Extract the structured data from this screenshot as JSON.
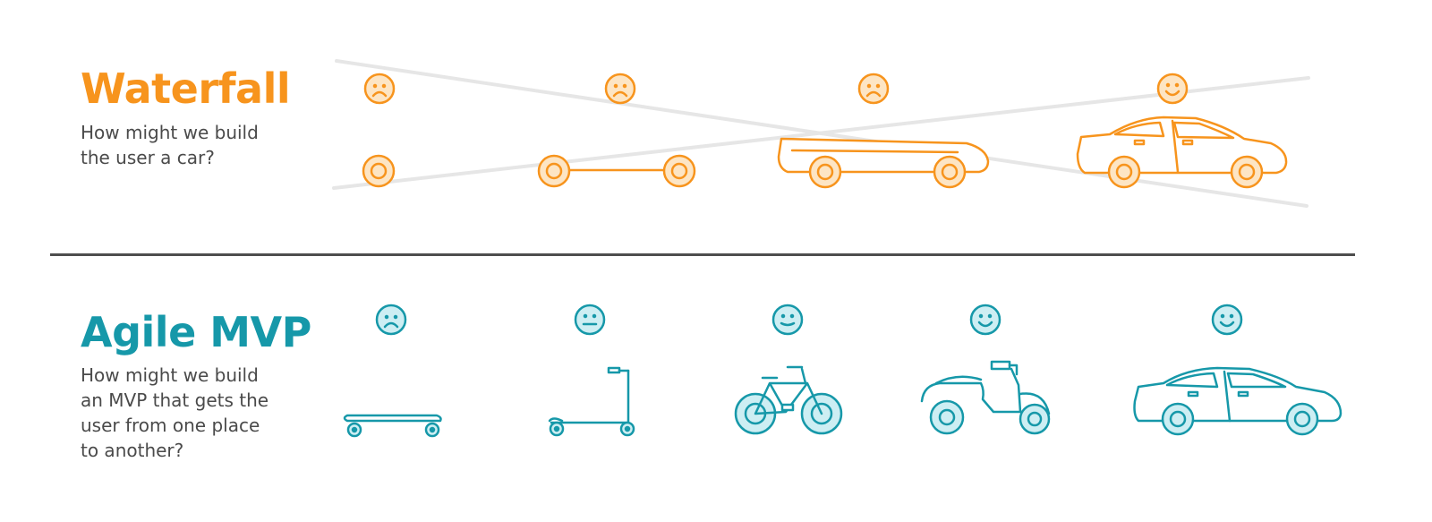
{
  "waterfall": {
    "title": "Waterfall",
    "subtitle": "How might we build\nthe user a car?",
    "color": "#f7941d",
    "fill": "#fde5c4",
    "cross_color": "#e6e6e6",
    "stages": [
      {
        "mood": "sad",
        "mood_icon": "sad-face-icon",
        "vehicle": "wheel",
        "vehicle_icon": "wheel-icon"
      },
      {
        "mood": "sad",
        "mood_icon": "sad-face-icon",
        "vehicle": "wheels-with-axle",
        "vehicle_icon": "axle-icon"
      },
      {
        "mood": "sad",
        "mood_icon": "sad-face-icon",
        "vehicle": "car-chassis",
        "vehicle_icon": "car-chassis-icon"
      },
      {
        "mood": "happy",
        "mood_icon": "happy-face-icon",
        "vehicle": "car",
        "vehicle_icon": "car-icon"
      }
    ]
  },
  "agile": {
    "title": "Agile MVP",
    "subtitle": "How might we build\nan MVP that gets the\nuser from one place\nto another?",
    "color": "#1698a9",
    "fill": "#cdeef3",
    "stages": [
      {
        "mood": "sad",
        "mood_icon": "sad-face-icon",
        "vehicle": "skateboard",
        "vehicle_icon": "skateboard-icon"
      },
      {
        "mood": "neutral",
        "mood_icon": "neutral-face-icon",
        "vehicle": "scooter",
        "vehicle_icon": "scooter-icon"
      },
      {
        "mood": "slightly-happy",
        "mood_icon": "slight-smile-face-icon",
        "vehicle": "bicycle",
        "vehicle_icon": "bicycle-icon"
      },
      {
        "mood": "happy",
        "mood_icon": "happy-face-icon",
        "vehicle": "motor-scooter",
        "vehicle_icon": "motor-scooter-icon"
      },
      {
        "mood": "happy",
        "mood_icon": "happy-face-icon",
        "vehicle": "car",
        "vehicle_icon": "car-icon"
      }
    ]
  }
}
